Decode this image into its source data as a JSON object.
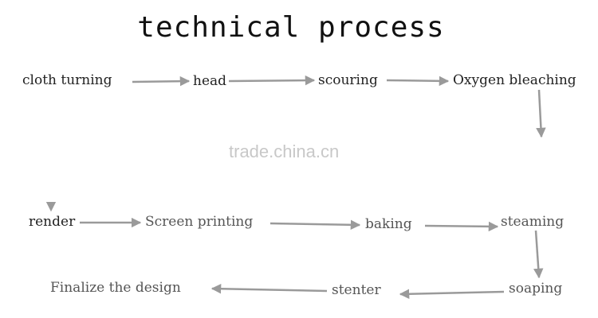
{
  "title": "technical process",
  "watermark": "trade.china.cn",
  "colors": {
    "arrow": "#9a9a9a",
    "text": "#222222",
    "watermark": "#c8c8c8"
  },
  "steps": [
    "cloth turning",
    "head",
    "scouring",
    "Oxygen bleaching",
    "render",
    "Screen printing",
    "baking",
    "steaming",
    "soaping",
    "stenter",
    "Finalize the design"
  ]
}
